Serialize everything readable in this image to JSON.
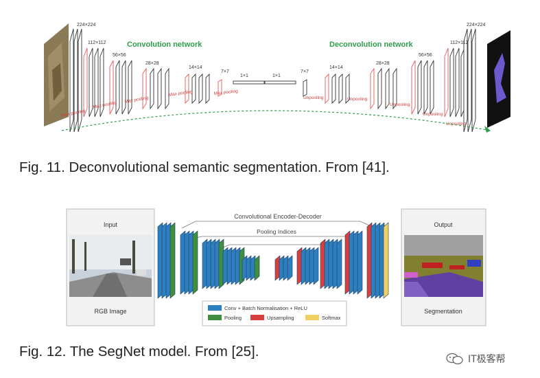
{
  "fig11": {
    "title_conv": "Convolution network",
    "title_deconv": "Deconvolution network",
    "dims": [
      "224×224",
      "112×112",
      "56×56",
      "28×28",
      "14×14",
      "7×7",
      "1×1",
      "1×1",
      "7×7",
      "14×14",
      "28×28",
      "56×56",
      "112×112",
      "224×224"
    ],
    "encoder_ops": [
      "Max pooling",
      "Max pooling",
      "Max pooling",
      "Max pooling",
      "Max pooling"
    ],
    "decoder_ops": [
      "Unpooling",
      "Unpooling",
      "Unpooling",
      "Unpooling",
      "Unpooling"
    ],
    "colors": {
      "accent_green": "#2e9e4b",
      "pool_red": "#e05a5a",
      "caption_text": "#222222"
    }
  },
  "fig12": {
    "top_label": "Convolutional Encoder-Decoder",
    "pool_label": "Pooling Indices",
    "input_title": "Input",
    "input_caption": "RGB Image",
    "output_title": "Output",
    "output_caption": "Segmentation",
    "legend": [
      {
        "label": "Conv + Batch Normalisation + ReLU",
        "color": "#2e7fc0"
      },
      {
        "label": "Pooling",
        "color": "#3f8f3f"
      },
      {
        "label": "Upsampling",
        "color": "#d84040"
      },
      {
        "label": "Softmax",
        "color": "#f0d060"
      }
    ]
  },
  "captions": {
    "fig11": "Fig. 11. Deconvolutional semantic segmentation. From [41].",
    "fig12": "Fig. 12. The SegNet model. From [25]."
  },
  "watermark": {
    "text": "IT极客帮"
  }
}
